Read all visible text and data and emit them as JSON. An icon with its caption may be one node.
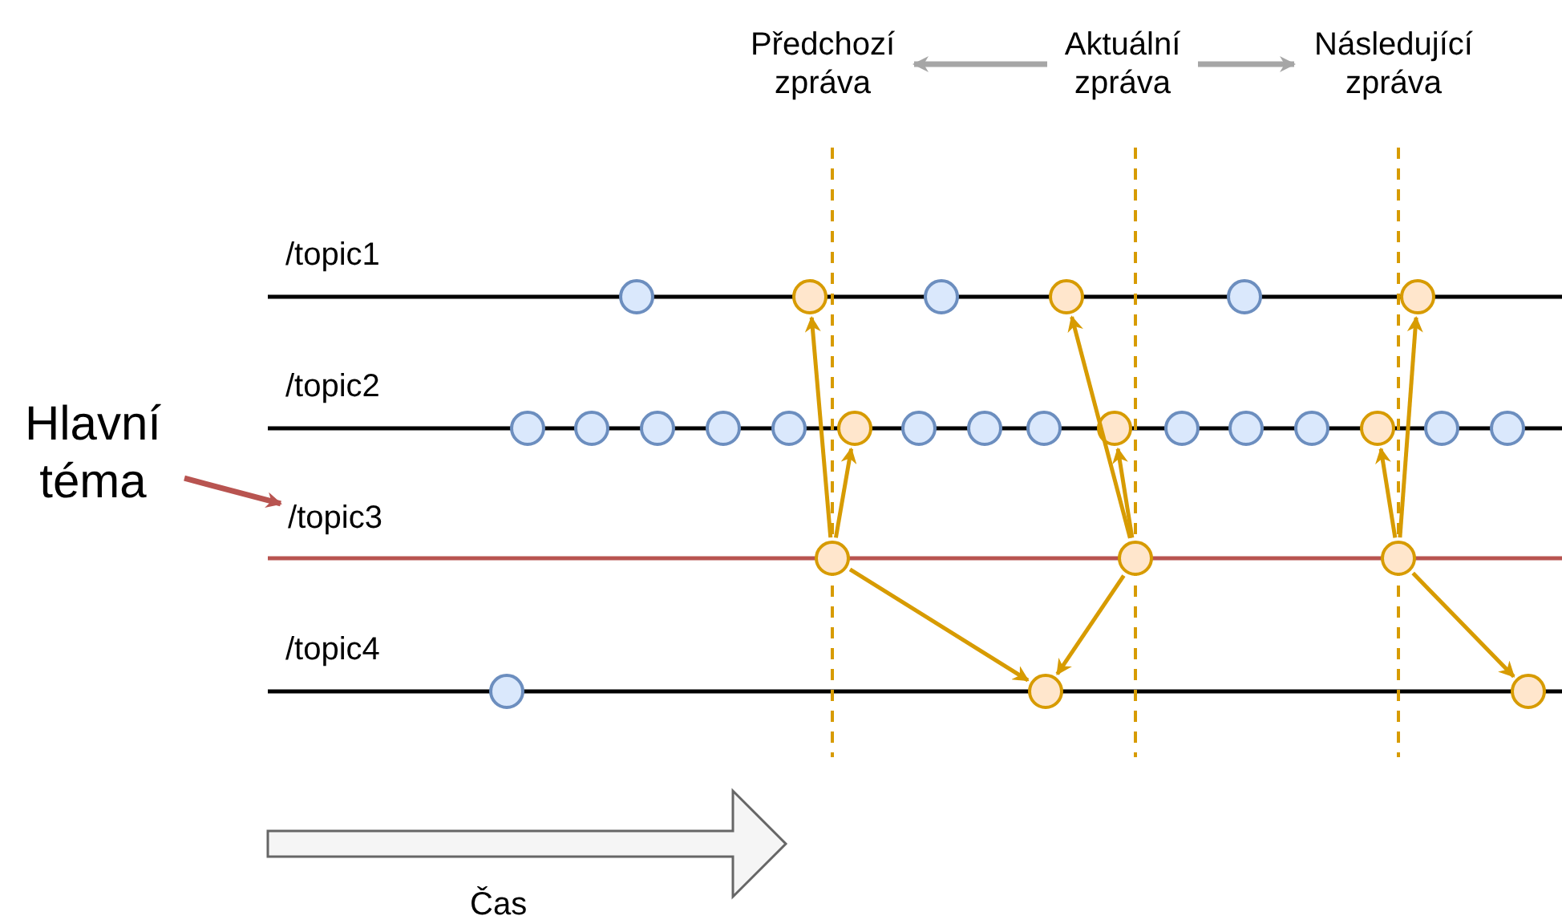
{
  "diagram": {
    "nodes": [
      {
        "text": [
          "Předchozí zpráva"
        ]
      },
      {
        "text": [
          "Aktuální zpráva"
        ]
      },
      {
        "text": [
          "Následující zpráva"
        ]
      },
      {
        "text": [
          "Hlavní téma"
        ]
      },
      {
        "text": [],
        "shape": "circle"
      },
      {
        "text": [],
        "shape": "circle"
      },
      {
        "text": [],
        "shape": "circle"
      },
      {
        "text": [],
        "shape": "circle"
      },
      {
        "text": [],
        "shape": "circle"
      },
      {
        "text": [],
        "shape": "circle"
      },
      {
        "text": [],
        "shape": "circle"
      },
      {
        "text": [],
        "shape": "circle"
      },
      {
        "text": [],
        "shape": "circle"
      },
      {
        "text": [],
        "shape": "circle"
      },
      {
        "text": [],
        "shape": "circle"
      },
      {
        "text": [],
        "shape": "circle"
      },
      {
        "text": [],
        "shape": "circle"
      },
      {
        "text": [],
        "shape": "circle"
      },
      {
        "text": [],
        "shape": "circle"
      },
      {
        "text": [],
        "shape": "circle"
      },
      {
        "text": [],
        "shape": "circle"
      },
      {
        "text": [],
        "shape": "circle"
      },
      {
        "text": [],
        "shape": "circle"
      },
      {
        "text": [],
        "shape": "circle"
      },
      {
        "text": [],
        "shape": "circle"
      },
      {
        "text": [],
        "shape": "circle"
      },
      {
        "text": [],
        "shape": "circle"
      },
      {
        "text": [],
        "shape": "circle"
      },
      {
        "text": [],
        "shape": "circle"
      },
      {
        "text": [],
        "shape": "circle"
      },
      {
        "text": [],
        "shape": "circle"
      },
      {
        "text": [],
        "shape": "circle"
      },
      {
        "text": [
          "/topic3"
        ]
      }
    ],
    "edges": [
      {
        "from": 1,
        "to": 0,
        "arrow": "to",
        "color": "#a6a6a6"
      },
      {
        "from": 1,
        "to": 2,
        "arrow": "to",
        "color": "#a6a6a6"
      },
      {
        "from": 3,
        "to": 32,
        "arrow": "to",
        "color": "#b85450"
      },
      {
        "from": 26,
        "to": 5,
        "arrow": "to"
      },
      {
        "from": 26,
        "to": 15,
        "arrow": "to"
      },
      {
        "from": 26,
        "to": 30,
        "arrow": "to"
      },
      {
        "from": 27,
        "to": 7,
        "arrow": "to"
      },
      {
        "from": 27,
        "to": 19,
        "arrow": "to"
      },
      {
        "from": 27,
        "to": 30,
        "arrow": "to"
      },
      {
        "from": 28,
        "to": 9,
        "arrow": "to"
      },
      {
        "from": 28,
        "to": 23,
        "arrow": "to"
      },
      {
        "from": 28,
        "to": 31,
        "arrow": "to"
      }
    ],
    "labels": [
      "/topic1",
      "/topic2",
      "/topic4",
      "Čas"
    ]
  }
}
